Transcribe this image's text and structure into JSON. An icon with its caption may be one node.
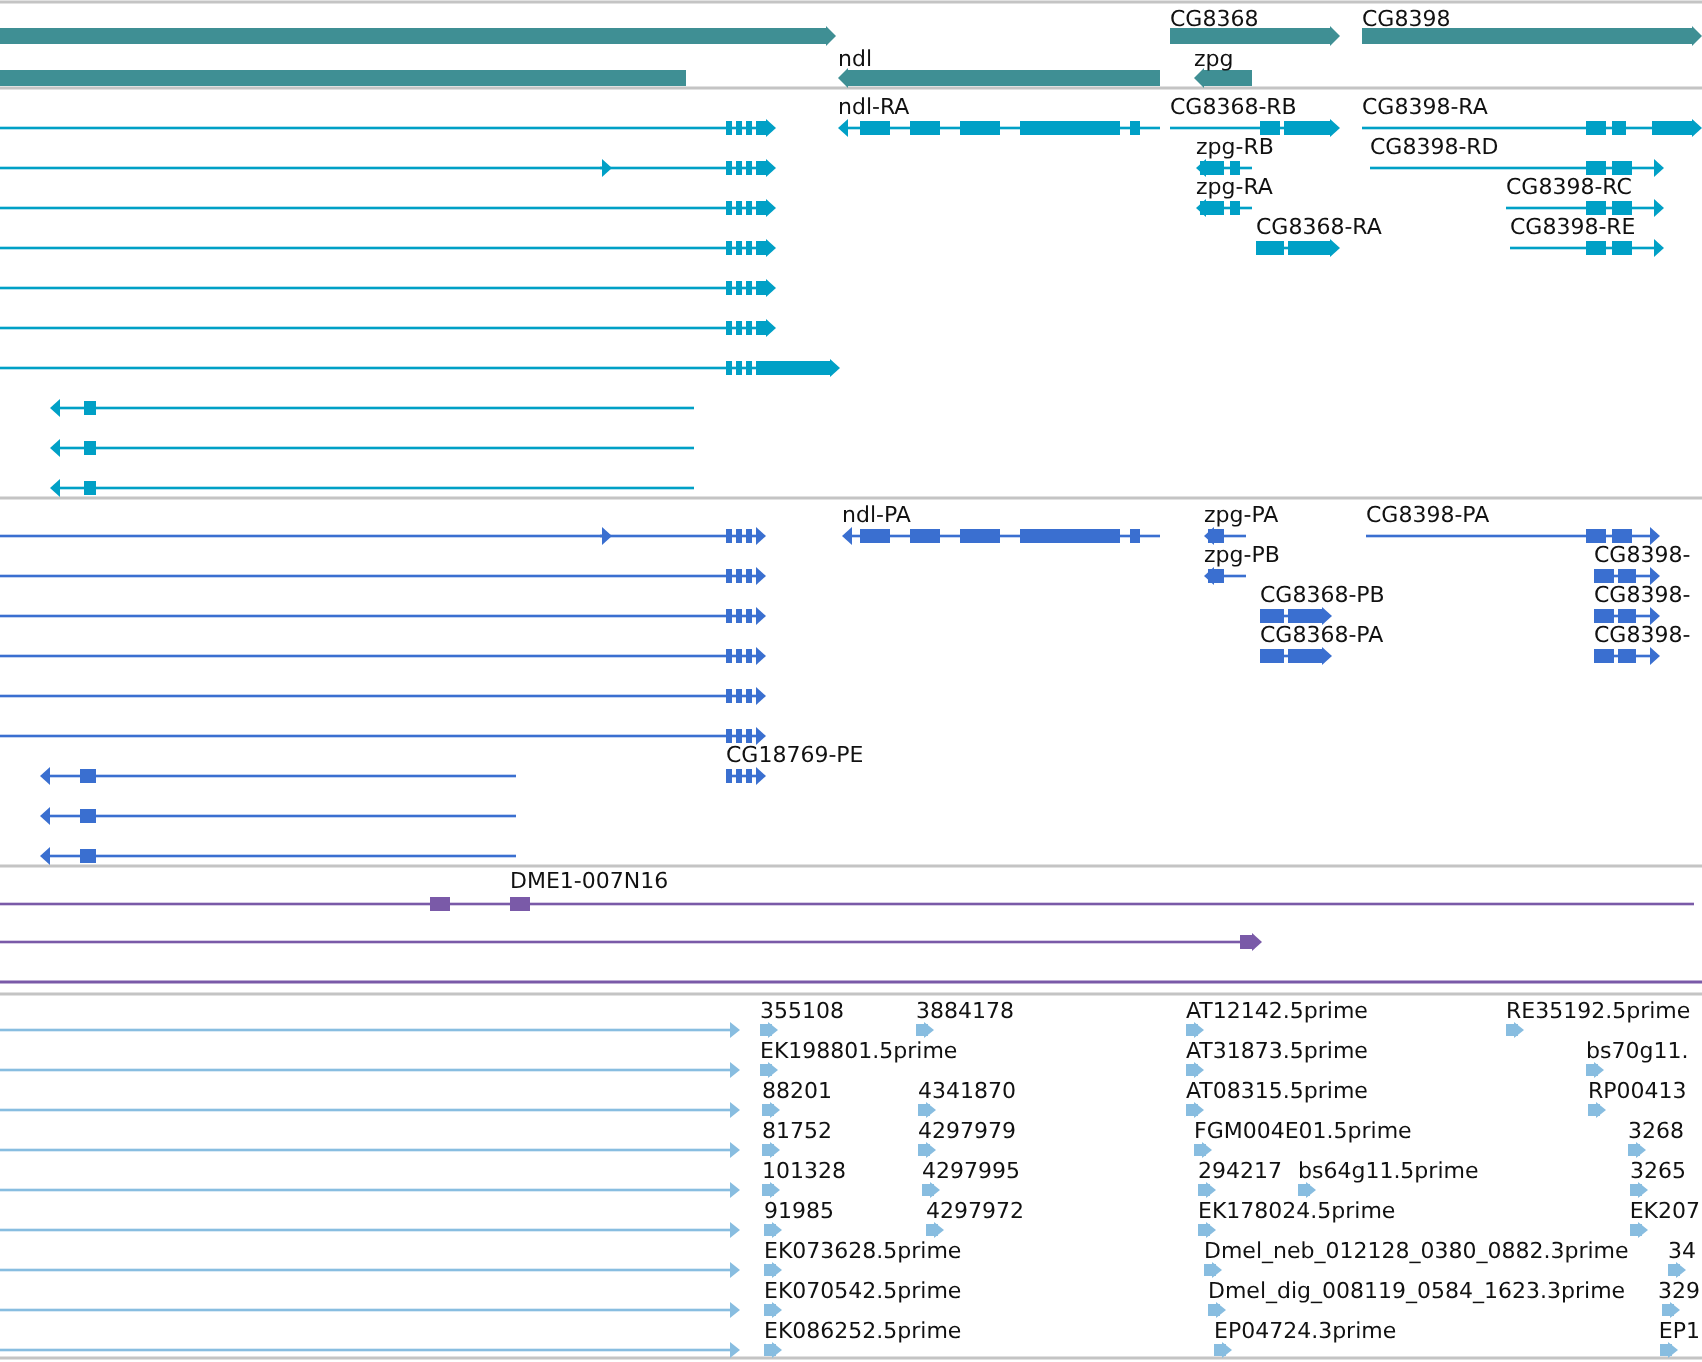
{
  "diagram": {
    "labels": [
      "CG8368",
      "CG8398",
      "ndl",
      "zpg",
      "ndl-RA",
      "CG8368-RB",
      "CG8398-RA",
      "zpg-RB",
      "CG8398-RD",
      "zpg-RA",
      "CG8398-RC",
      "CG8368-RA",
      "CG8398-RE",
      "ndl-PA",
      "zpg-PA",
      "CG8398-PA",
      "zpg-PB",
      "CG8398-",
      "CG8368-PB",
      "CG8398-",
      "CG8368-PA",
      "CG8398-",
      "CG18769-PE",
      "DME1-007N16",
      "355108",
      "3884178",
      "AT12142.5prime",
      "RE35192.5prime",
      "EK198801.5prime",
      "AT31873.5prime",
      "bs70g11.",
      "88201",
      "4341870",
      "AT08315.5prime",
      "RP00413",
      "81752",
      "4297979",
      "FGM004E01.5prime",
      "3268",
      "101328",
      "4297995",
      "294217",
      "bs64g11.5prime",
      "3265",
      "91985",
      "4297972",
      "EK178024.5prime",
      "EK207",
      "EK073628.5prime",
      "Dmel_neb_012128_0380_0882.3prime",
      "34",
      "EK070542.5prime",
      "Dmel_dig_008119_0584_1623.3prime",
      "329",
      "EK086252.5prime",
      "EP04724.3prime",
      "EP1"
    ]
  }
}
